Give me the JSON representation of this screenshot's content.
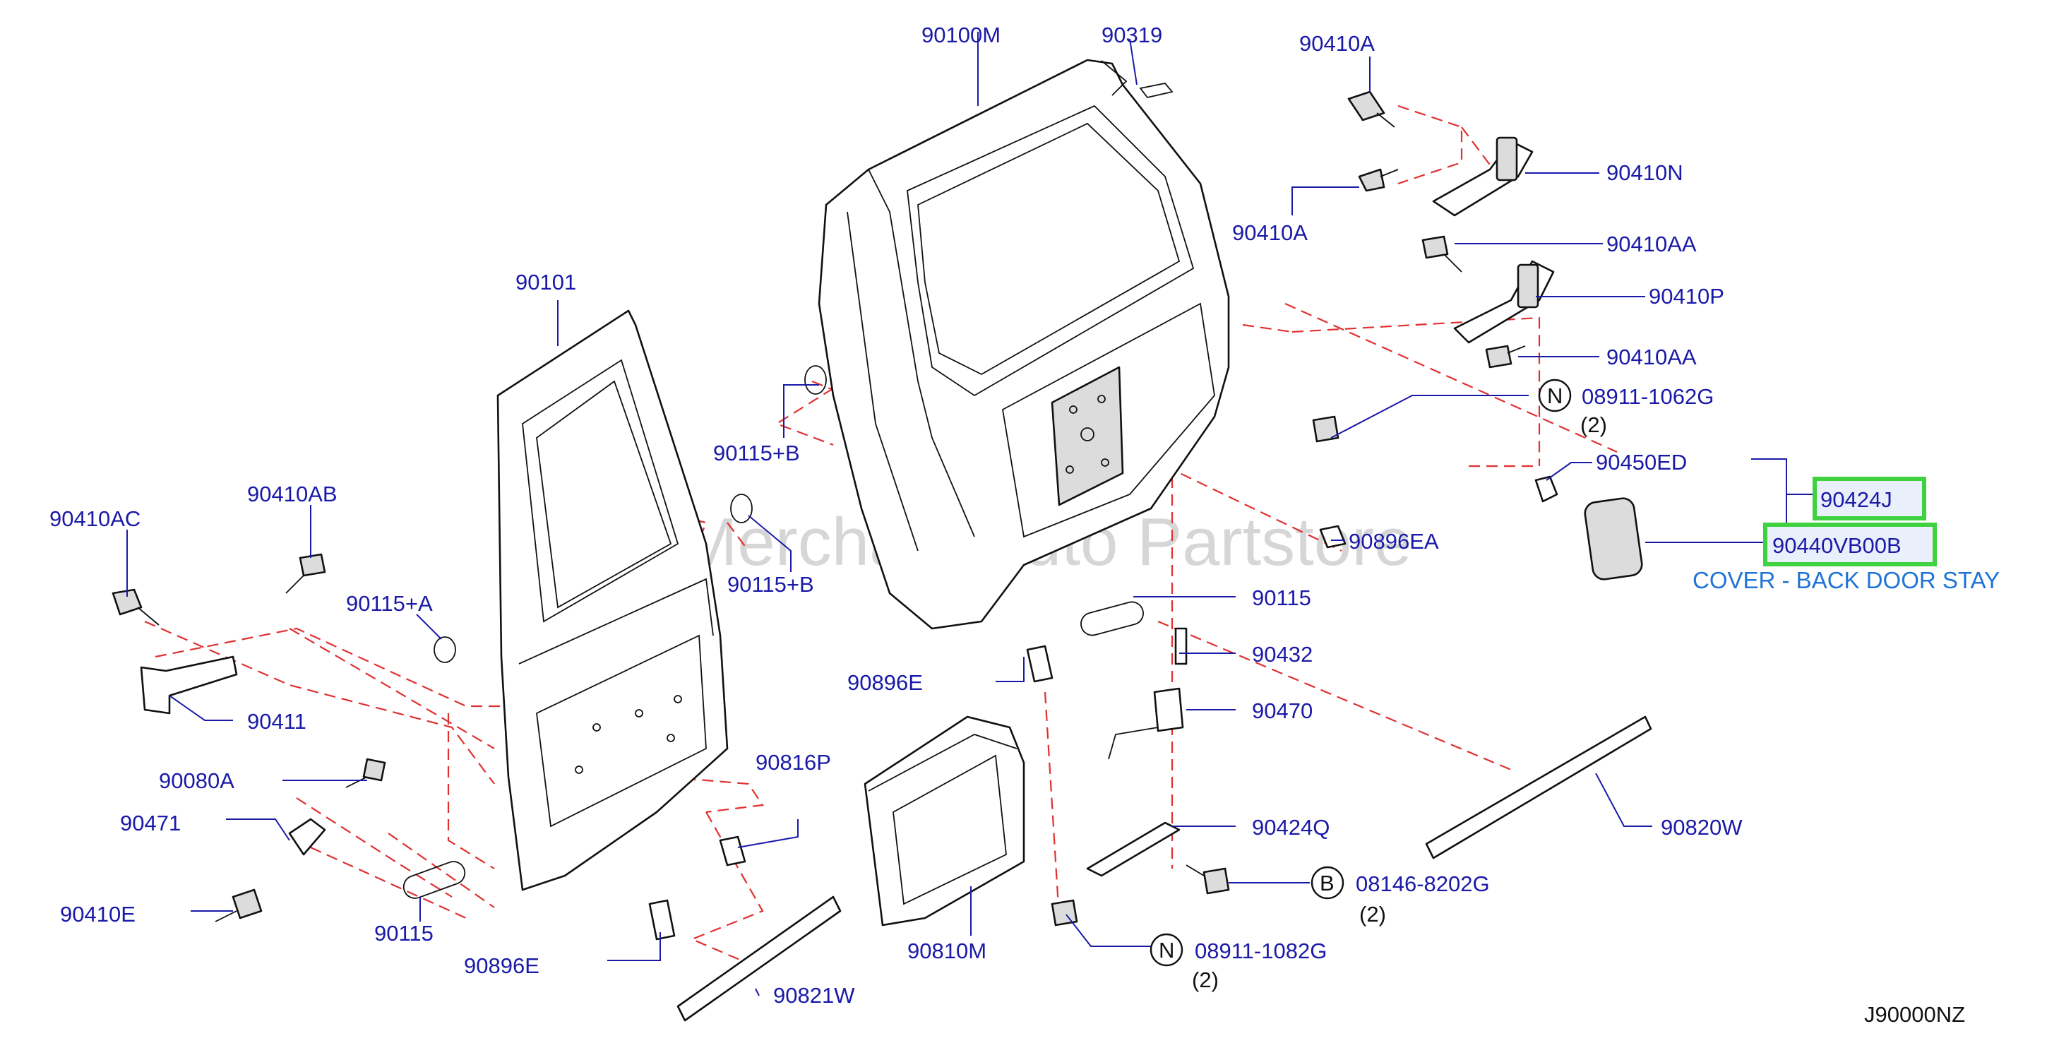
{
  "watermark": "Multi Merchant Auto Partstore",
  "diagram_code": "J90000NZ",
  "highlighted": [
    "90424J",
    "90440VB00B"
  ],
  "caption": "COVER - BACK DOOR STAY",
  "labels": {
    "l90100M": "90100M",
    "l90319": "90319",
    "l90410A_top": "90410A",
    "l90410N": "90410N",
    "l90410A_mid": "90410A",
    "l90410AA_1": "90410AA",
    "l90410P": "90410P",
    "l90410AA_2": "90410AA",
    "l08911_1062G": "08911-1062G",
    "q2_a": "(2)",
    "l90450ED": "90450ED",
    "l90424J": "90424J",
    "l90440VB00B": "90440VB00B",
    "l90101": "90101",
    "l90115B_1": "90115+B",
    "l90115B_2": "90115+B",
    "l90410AC": "90410AC",
    "l90410AB": "90410AB",
    "l90115A": "90115+A",
    "l90896EA": "90896EA",
    "l90115_r": "90115",
    "l90432": "90432",
    "l90896E_r": "90896E",
    "l90470": "90470",
    "l90411": "90411",
    "l90816P": "90816P",
    "l90080A": "90080A",
    "l90471": "90471",
    "l90424Q": "90424Q",
    "l90820W": "90820W",
    "l08146_8202G": "08146-8202G",
    "q2_b": "(2)",
    "l90410E": "90410E",
    "l90115_l": "90115",
    "l90810M": "90810M",
    "l08911_1082G": "08911-1082G",
    "q2_c": "(2)",
    "l90896E_l": "90896E",
    "l90821W": "90821W",
    "circ_N1": "N",
    "circ_B": "B",
    "circ_N2": "N"
  }
}
